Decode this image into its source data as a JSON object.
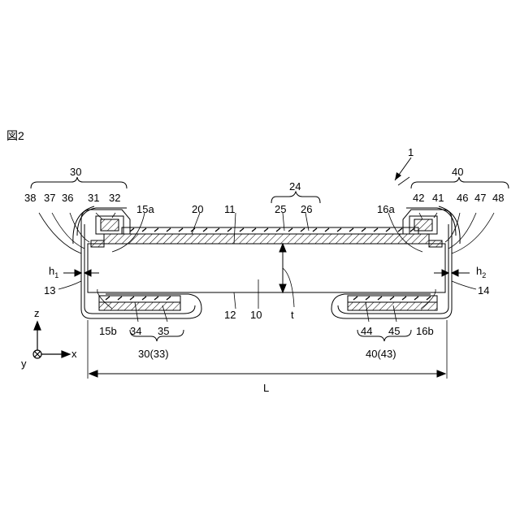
{
  "figure_label": "図2",
  "refs": {
    "r1": "1",
    "r30": "30",
    "r24": "24",
    "r40": "40",
    "r38": "38",
    "r37": "37",
    "r36": "36",
    "r31": "31",
    "r32": "32",
    "r15a": "15a",
    "r20": "20",
    "r11": "11",
    "r25": "25",
    "r26": "26",
    "r16a": "16a",
    "r42": "42",
    "r41": "41",
    "r46": "46",
    "r47": "47",
    "r48": "48",
    "h1": "h",
    "h1_sub": "1",
    "h2": "h",
    "h2_sub": "2",
    "r13": "13",
    "r14": "14",
    "r12": "12",
    "r10": "10",
    "t": "t",
    "r15b": "15b",
    "r34": "34",
    "r35": "35",
    "r44": "44",
    "r45": "45",
    "r16b": "16b",
    "r30_33": "30(33)",
    "r40_43": "40(43)",
    "L": "L"
  },
  "axes": {
    "z": "z",
    "x": "x",
    "y": "y"
  }
}
